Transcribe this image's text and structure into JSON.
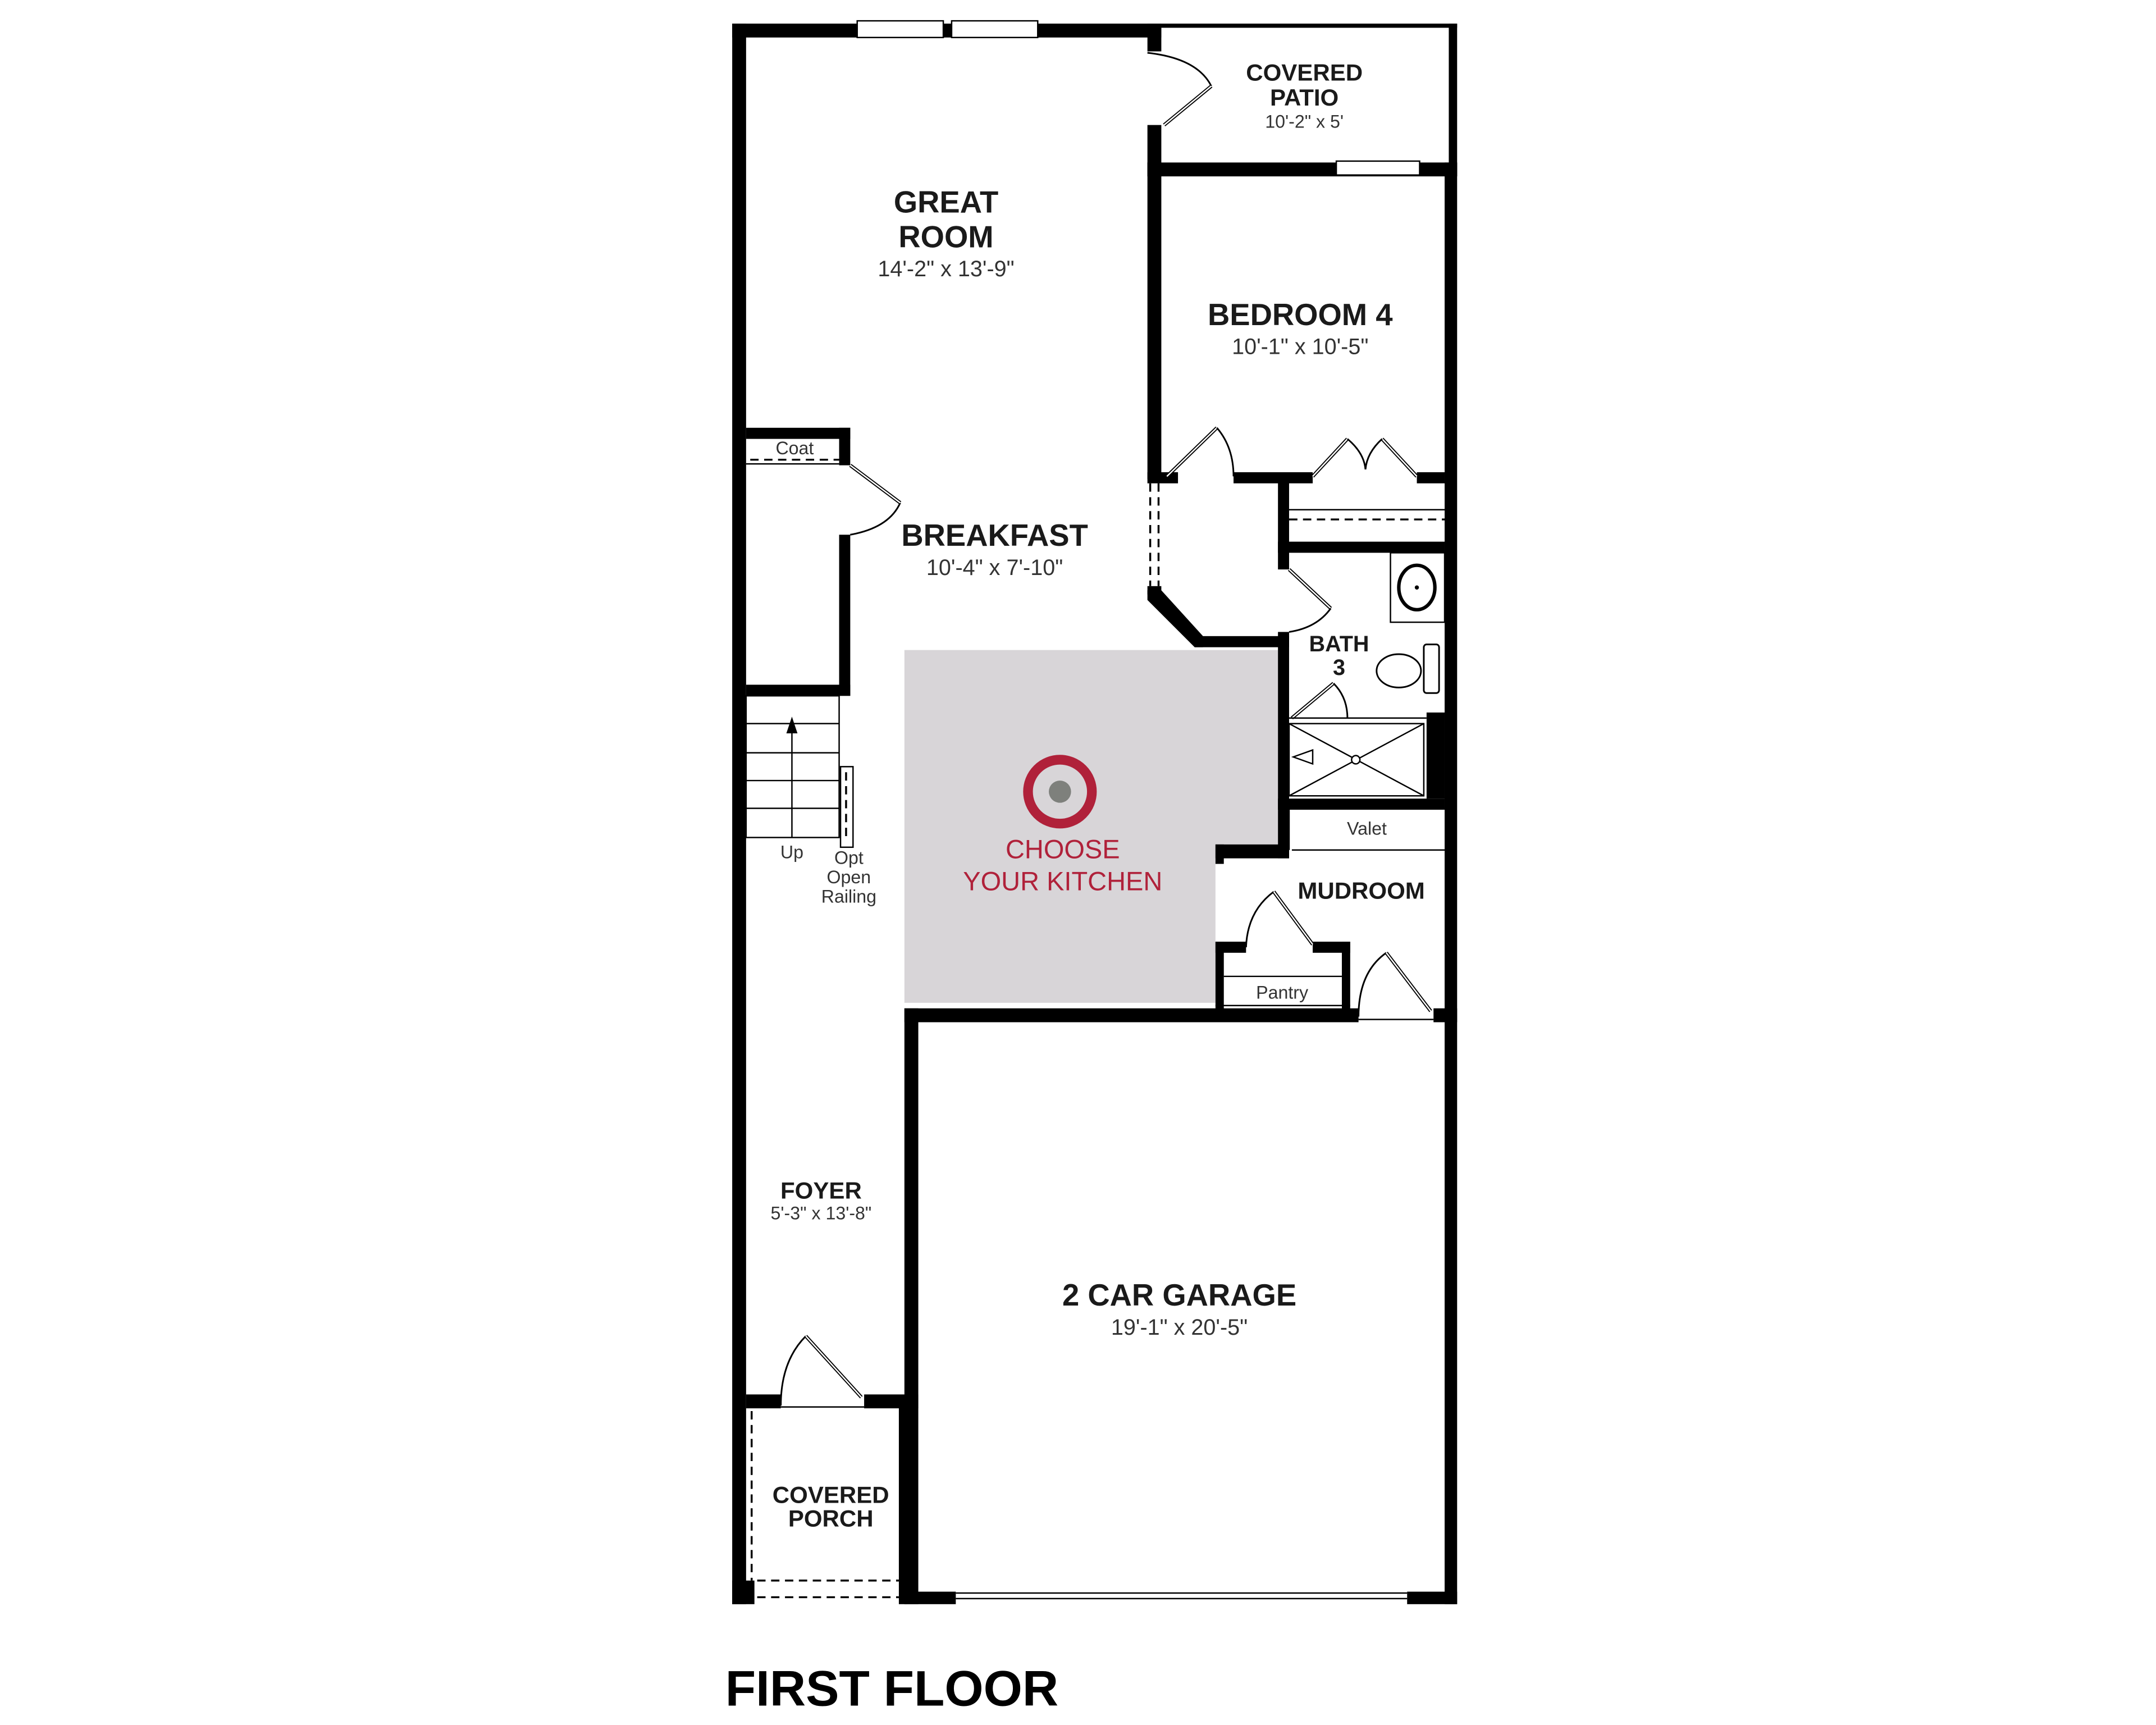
{
  "plan": {
    "title": "FIRST FLOOR",
    "accent_color": "#b0213a",
    "kitchen_fill": "#d8d5d8",
    "rooms": {
      "great_room": {
        "name_line1": "GREAT",
        "name_line2": "ROOM",
        "dims": "14'-2\" x 13'-9\""
      },
      "covered_patio": {
        "name_line1": "COVERED",
        "name_line2": "PATIO",
        "dims": "10'-2\" x 5'"
      },
      "bedroom4": {
        "name": "BEDROOM 4",
        "dims": "10'-1\" x 10'-5\""
      },
      "breakfast": {
        "name": "BREAKFAST",
        "dims": "10'-4\" x 7'-10\""
      },
      "bath3": {
        "name_line1": "BATH",
        "name_line2": "3"
      },
      "kitchen": {
        "line1": "CHOOSE",
        "line2": "YOUR KITCHEN",
        "icon": "target-icon"
      },
      "mudroom": {
        "name": "MUDROOM"
      },
      "foyer": {
        "name": "FOYER",
        "dims": "5'-3\" x 13'-8\""
      },
      "garage": {
        "name": "2 CAR GARAGE",
        "dims": "19'-1\" x 20'-5\""
      },
      "covered_porch": {
        "name_line1": "COVERED",
        "name_line2": "PORCH"
      }
    },
    "labels": {
      "coat": "Coat",
      "up": "Up",
      "opt_line1": "Opt",
      "opt_line2": "Open",
      "opt_line3": "Railing",
      "valet": "Valet",
      "pantry": "Pantry"
    }
  }
}
